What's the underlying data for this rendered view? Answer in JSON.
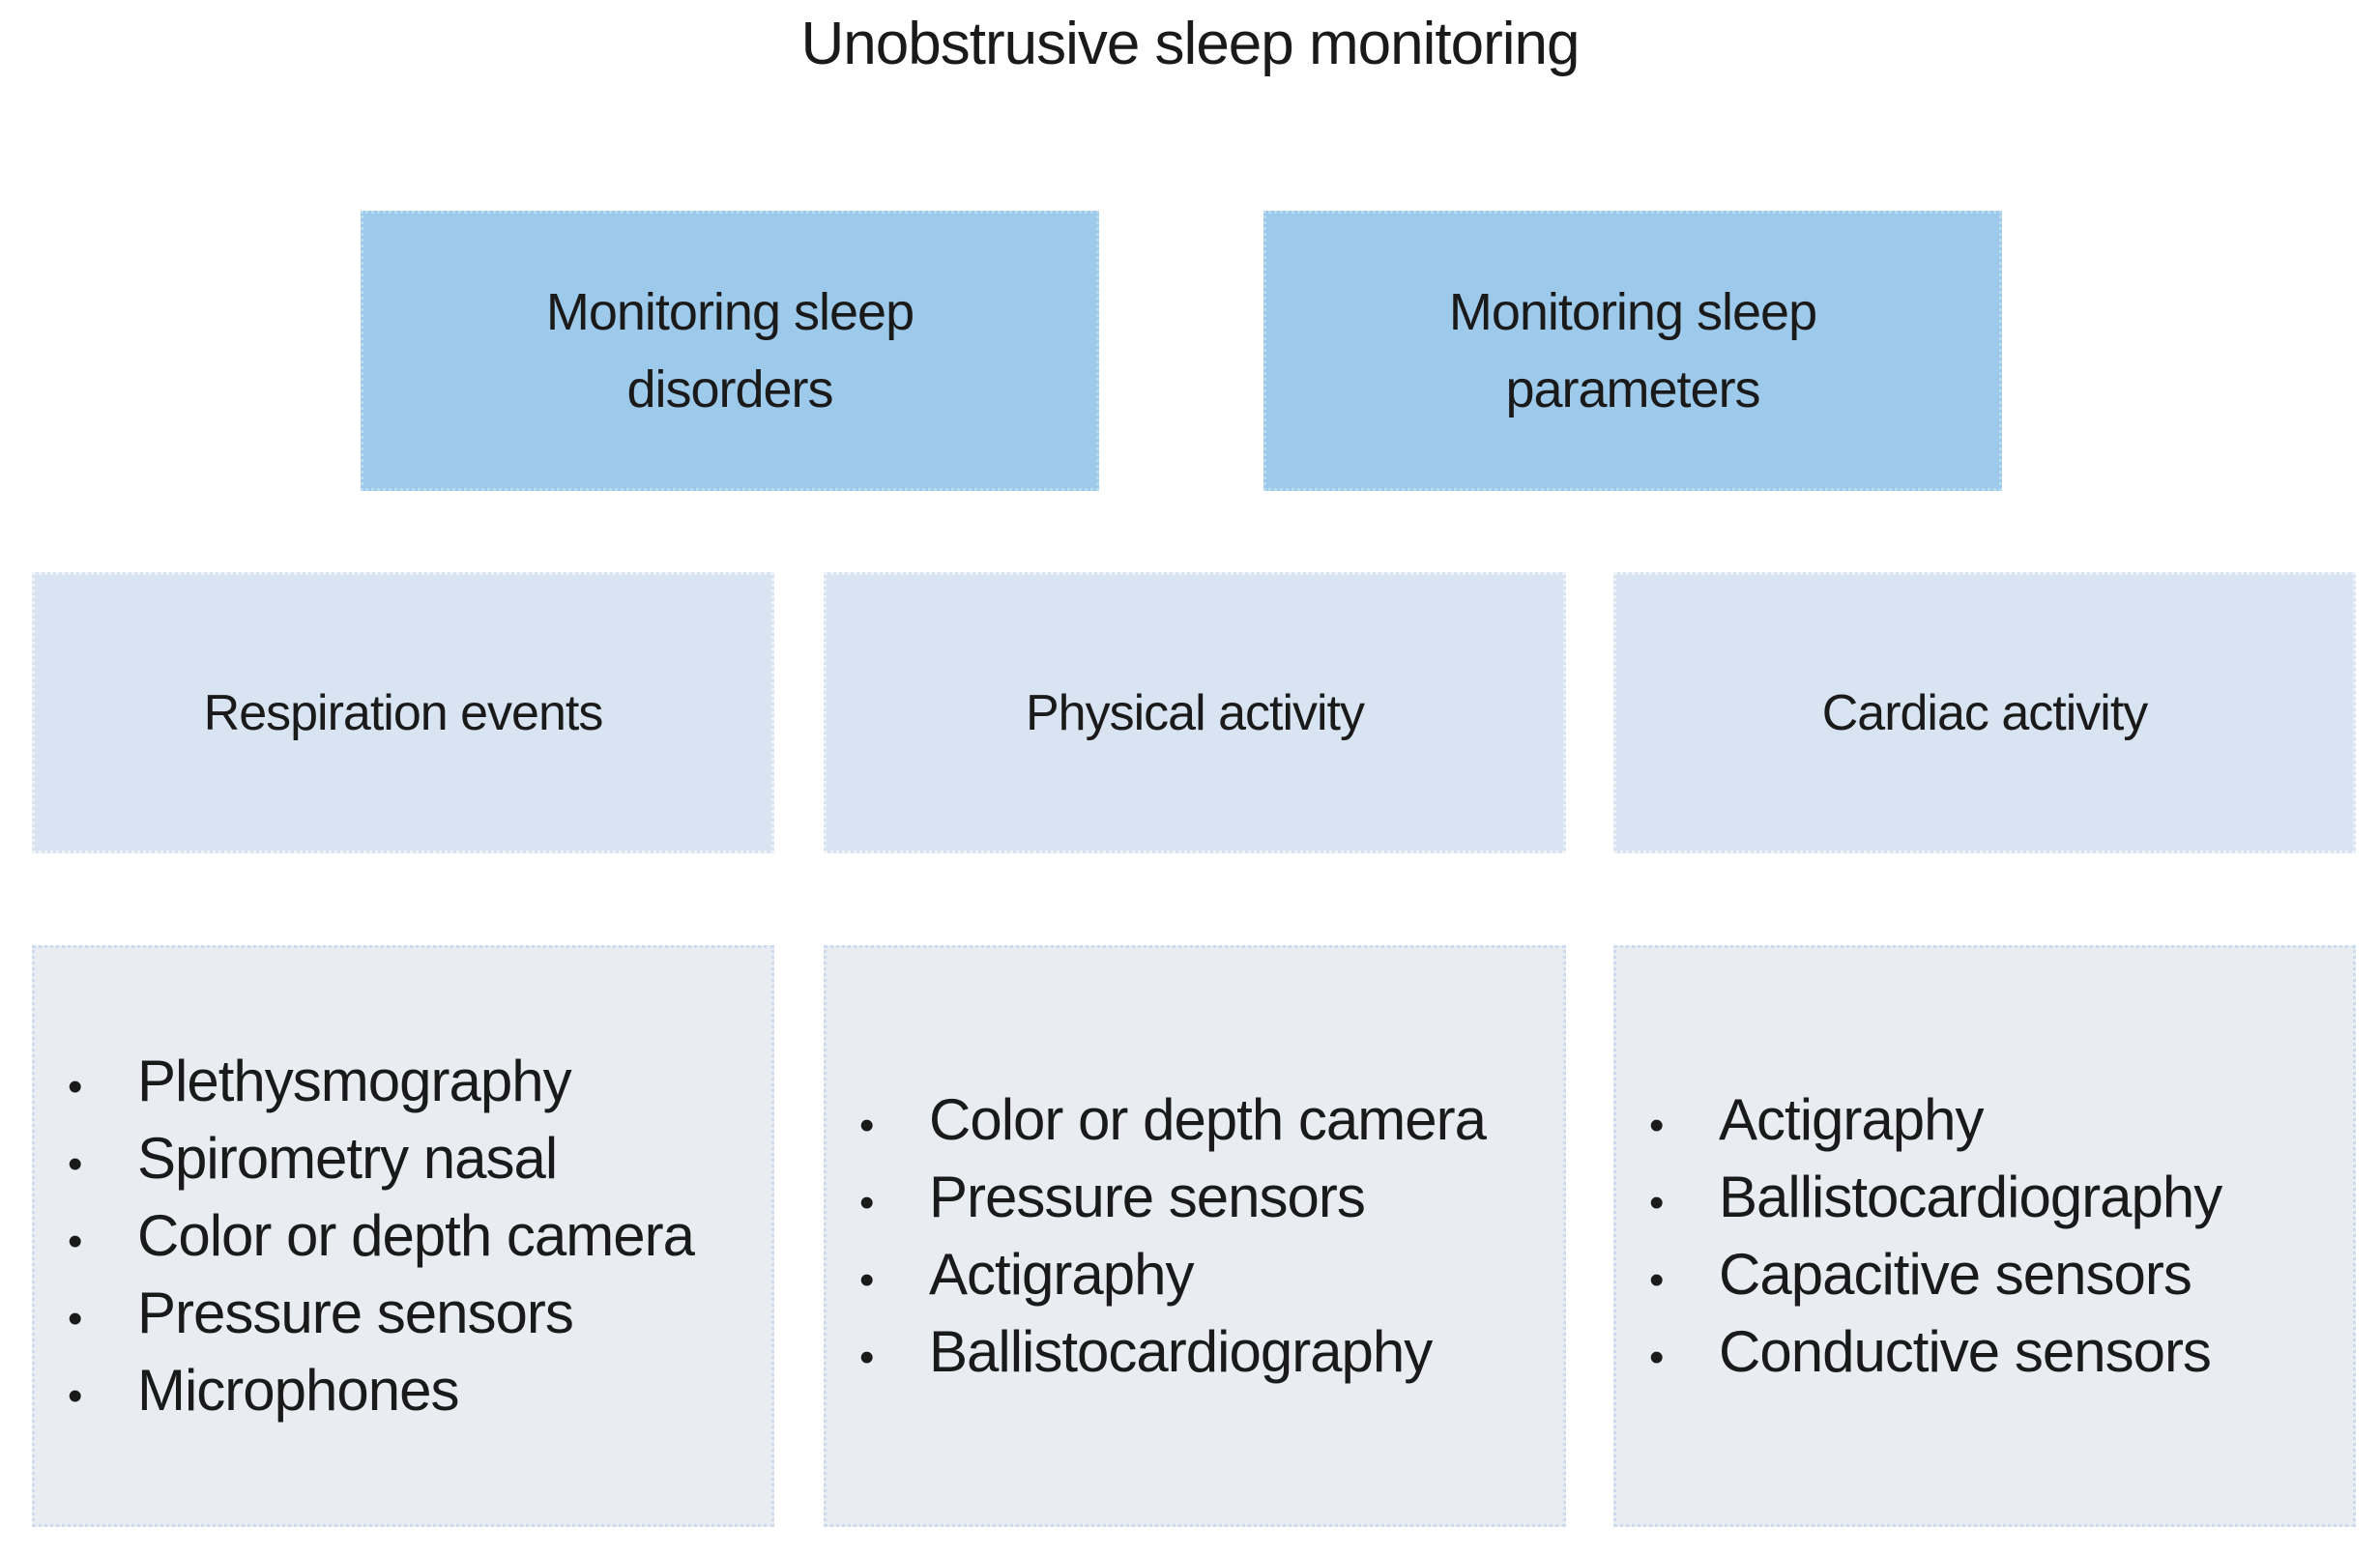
{
  "title": "Unobstrusive sleep monitoring",
  "icons": {
    "bullet": "•"
  },
  "colors": {
    "top_box_bg": "#9dc9ea",
    "top_box_border": "#badaf0",
    "category_box_bg": "#d9e4f2",
    "category_box_border": "#eef3fa",
    "methods_box_bg": "#e9edf2",
    "methods_box_border": "#ccdcee",
    "text_color": "#1a1a1a"
  },
  "parent_boxes": [
    {
      "lines": [
        "Monitoring sleep",
        "disorders"
      ]
    },
    {
      "lines": [
        "Monitoring sleep",
        "parameters"
      ]
    }
  ],
  "category_boxes": [
    {
      "label": "Respiration events"
    },
    {
      "label": "Physical activity"
    },
    {
      "label": "Cardiac activity"
    }
  ],
  "method_lists": [
    {
      "items": [
        "Plethysmography",
        "Spirometry nasal",
        "Color or depth camera",
        "Pressure sensors",
        "Microphones"
      ]
    },
    {
      "items": [
        "Color or depth camera",
        "Pressure sensors",
        "Actigraphy",
        "Ballistocardiography"
      ]
    },
    {
      "items": [
        "Actigraphy",
        "Ballistocardiography",
        "Capacitive sensors",
        "Conductive sensors"
      ]
    }
  ]
}
